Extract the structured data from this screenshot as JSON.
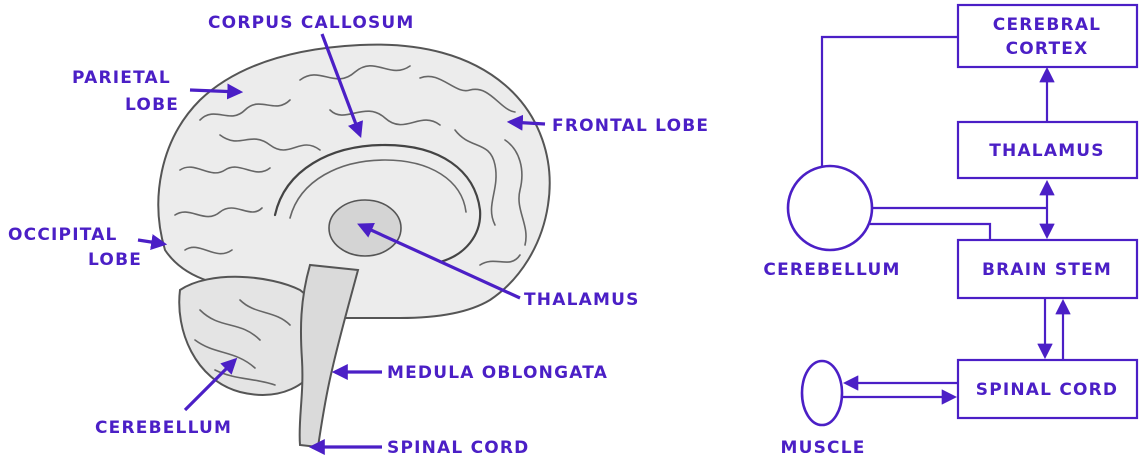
{
  "anatomy_labels": {
    "corpus_callosum": "CORPUS CALLOSUM",
    "parietal_lobe_1": "PARIETAL",
    "parietal_lobe_2": "LOBE",
    "frontal_lobe": "FRONTAL LOBE",
    "occipital_lobe_1": "OCCIPITAL",
    "occipital_lobe_2": "LOBE",
    "thalamus": "THALAMUS",
    "medula_oblongata": "MEDULA OBLONGATA",
    "cerebellum": "CEREBELLUM",
    "spinal_cord": "SPINAL CORD"
  },
  "flow_diagram": {
    "cerebral_cortex_1": "CEREBRAL",
    "cerebral_cortex_2": "CORTEX",
    "thalamus": "THALAMUS",
    "brain_stem": "BRAIN STEM",
    "spinal_cord": "SPINAL CORD",
    "cerebellum": "CEREBELLUM",
    "muscle": "MUSCLE"
  },
  "colors": {
    "accent": "#4b1fc6",
    "brain_fill": "#ececec",
    "brain_line": "#555555"
  }
}
